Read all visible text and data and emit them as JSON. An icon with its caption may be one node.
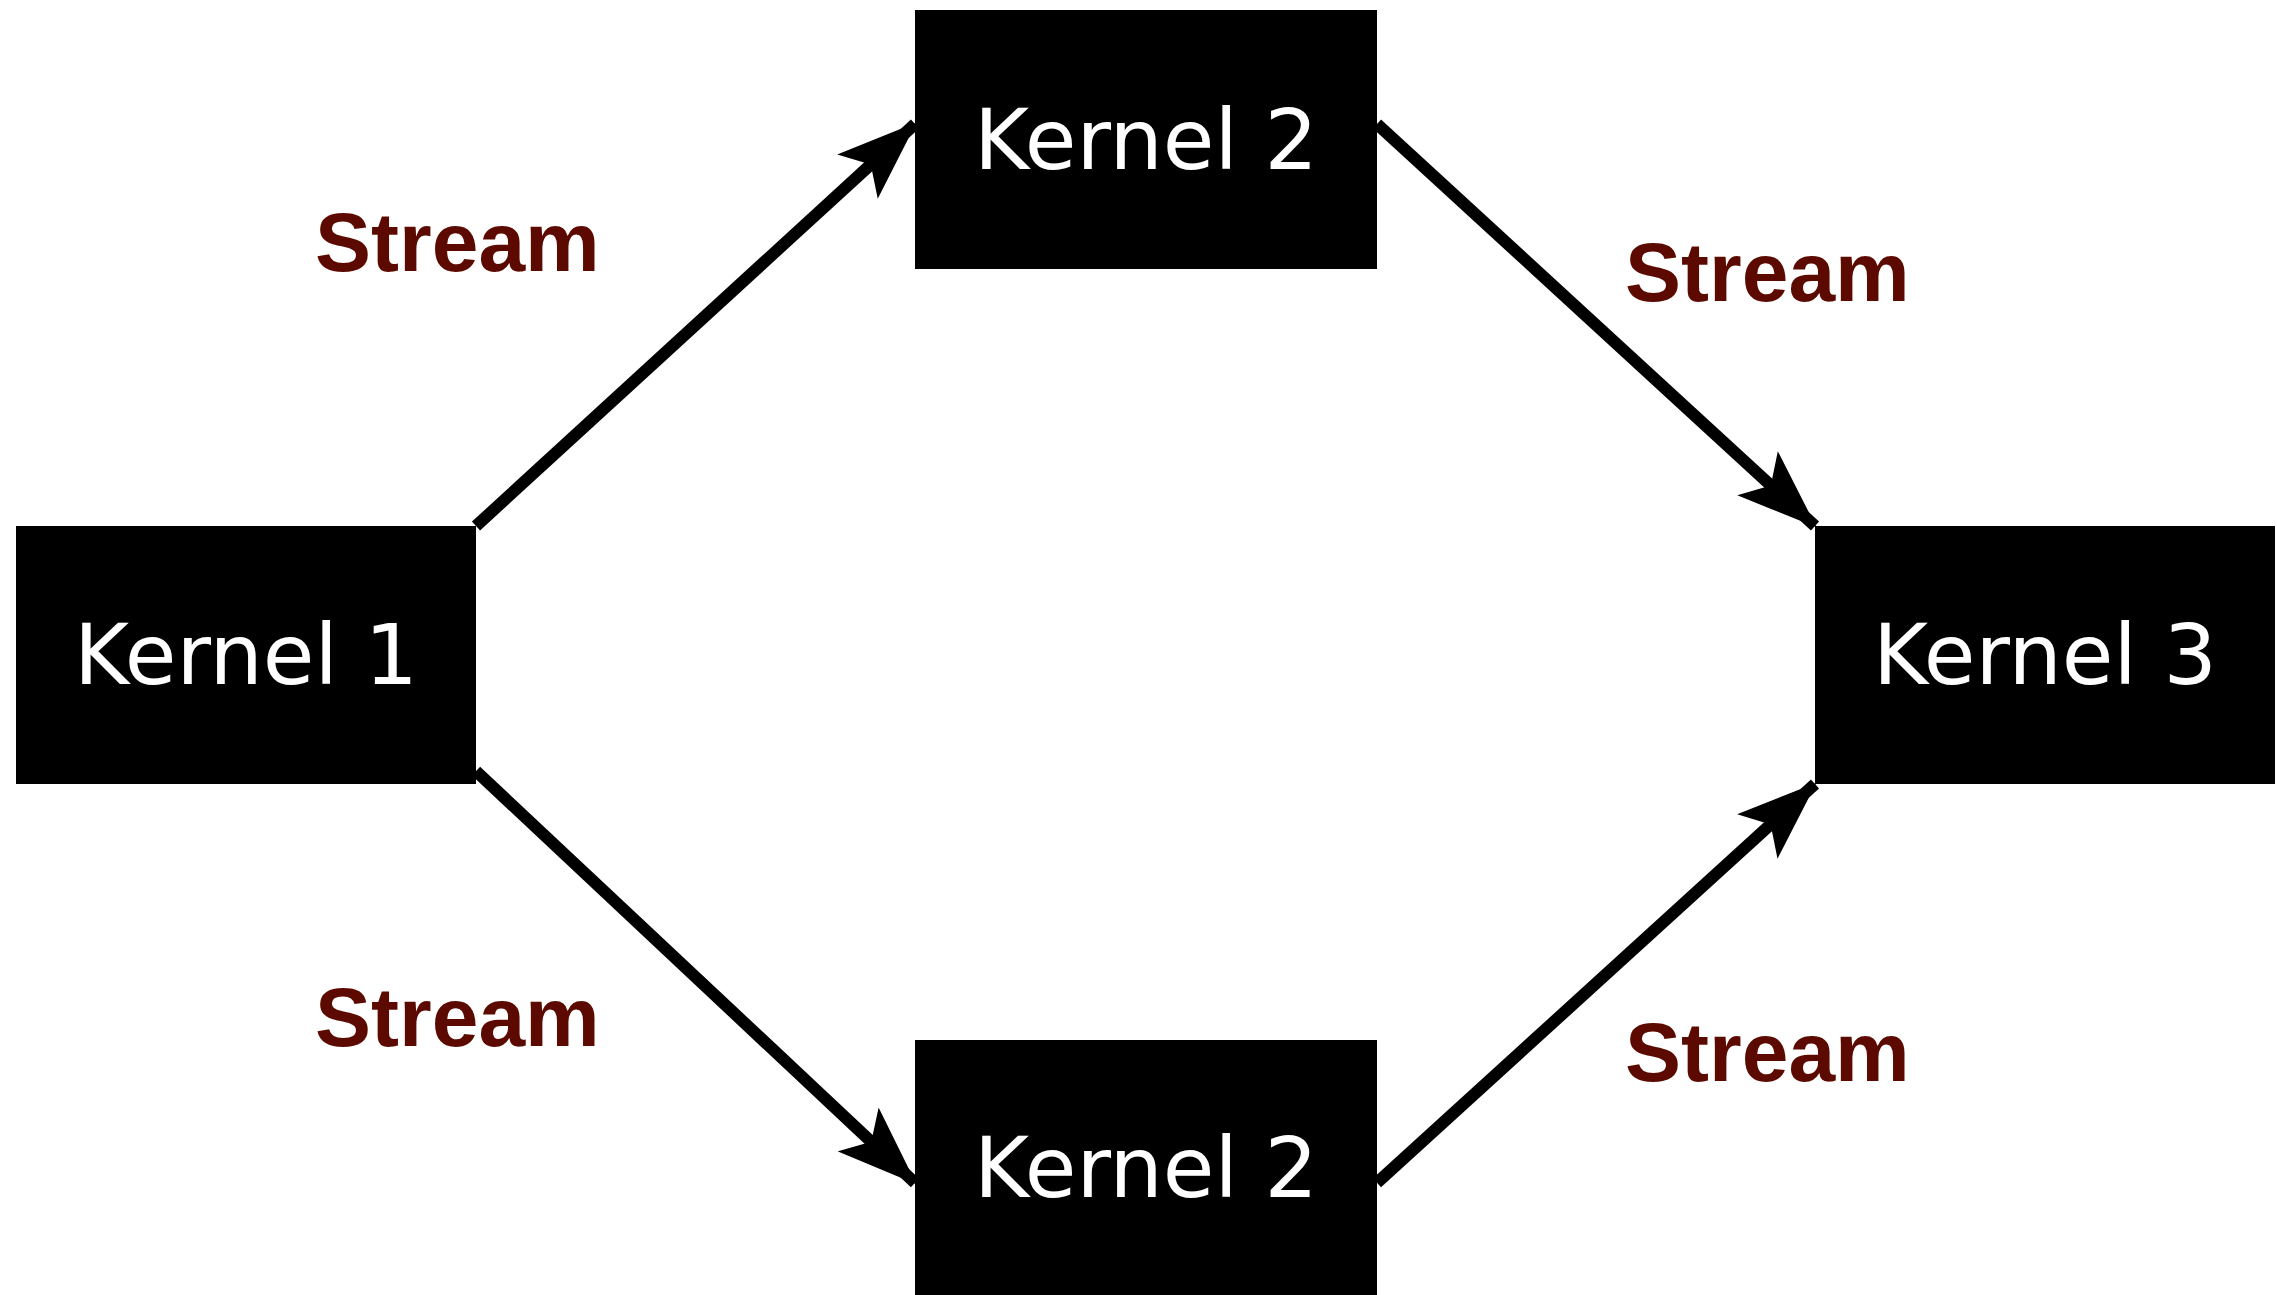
{
  "diagram": {
    "nodes": [
      {
        "text": [
          "Kernel 1"
        ]
      },
      {
        "text": [
          "Kernel 2"
        ]
      },
      {
        "text": [
          "Kernel 3"
        ]
      },
      {
        "text": [
          "Kernel 2"
        ]
      }
    ],
    "edges": [
      {
        "from": 0,
        "to": 1,
        "arrow": "to",
        "label": "Stream"
      },
      {
        "from": 1,
        "to": 2,
        "arrow": "to",
        "label": "Stream"
      },
      {
        "from": 0,
        "to": 3,
        "arrow": "to",
        "label": "Stream"
      },
      {
        "from": 3,
        "to": 2,
        "arrow": "to",
        "label": "Stream"
      }
    ]
  }
}
